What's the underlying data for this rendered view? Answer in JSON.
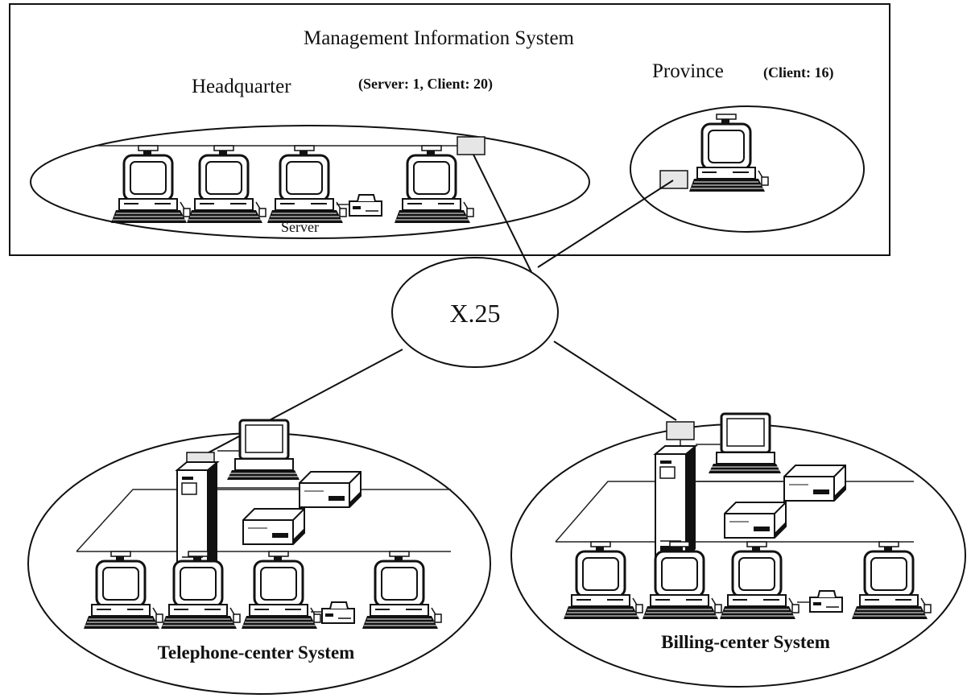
{
  "mis": {
    "title": "Management Information System",
    "headquarter": {
      "label": "Headquarter",
      "detail": "(Server: 1, Client: 20)",
      "server_label": "Server"
    },
    "province": {
      "label": "Province",
      "detail": "(Client: 16)"
    }
  },
  "network": {
    "label": "X.25"
  },
  "telephone_center": {
    "label": "Telephone-center System"
  },
  "billing_center": {
    "label": "Billing-center System"
  }
}
